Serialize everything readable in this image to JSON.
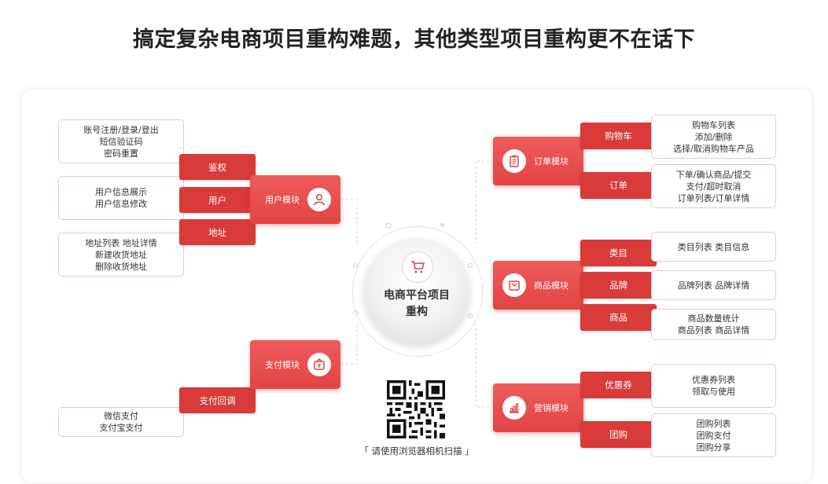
{
  "title": "搞定复杂电商项目重构难题，其他类型项目重构更不在话下",
  "hub": {
    "line1": "电商平台项目",
    "line2": "重构",
    "icon": "shopping-cart-icon"
  },
  "modules": {
    "user": {
      "label": "用户模块",
      "icon": "user-icon"
    },
    "payment": {
      "label": "支付模块",
      "icon": "wallet-icon"
    },
    "order": {
      "label": "订单模块",
      "icon": "clipboard-icon"
    },
    "product": {
      "label": "商品模块",
      "icon": "box-icon"
    },
    "marketing": {
      "label": "营销模块",
      "icon": "bar-chart-icon"
    }
  },
  "subs": {
    "auth": "鉴权",
    "user": "用户",
    "address": "地址",
    "payback": "支付回调",
    "cart": "购物车",
    "order": "订单",
    "category": "类目",
    "brand": "品牌",
    "product": "商品",
    "coupon": "优惠券",
    "group": "团购"
  },
  "descs": {
    "auth": [
      "账号注册/登录/登出",
      "短信验证码",
      "密码重置"
    ],
    "user": [
      "用户信息展示",
      "用户信息修改"
    ],
    "address": [
      "地址列表  地址详情",
      "新建收货地址",
      "删除收货地址"
    ],
    "payback": [
      "微信支付",
      "支付宝支付"
    ],
    "cart": [
      "购物车列表",
      "添加/删除",
      "选择/取消购物车产品"
    ],
    "order": [
      "下单/确认商品/提交",
      "支付/超时取消",
      "订单列表/订单详情"
    ],
    "category": [
      "类目列表  类目信息"
    ],
    "brand": [
      "品牌列表  品牌详情"
    ],
    "product": [
      "商品数量统计",
      "商品列表  商品详情"
    ],
    "coupon": [
      "优惠券列表",
      "领取与使用"
    ],
    "group": [
      "团购列表",
      "团购支付",
      "团购分享"
    ]
  },
  "qr_caption": "「 请使用浏览器相机扫描 」",
  "colors": {
    "accent": "#e24444",
    "dark_red": "#d93a3a",
    "border": "#f4c7c7"
  }
}
